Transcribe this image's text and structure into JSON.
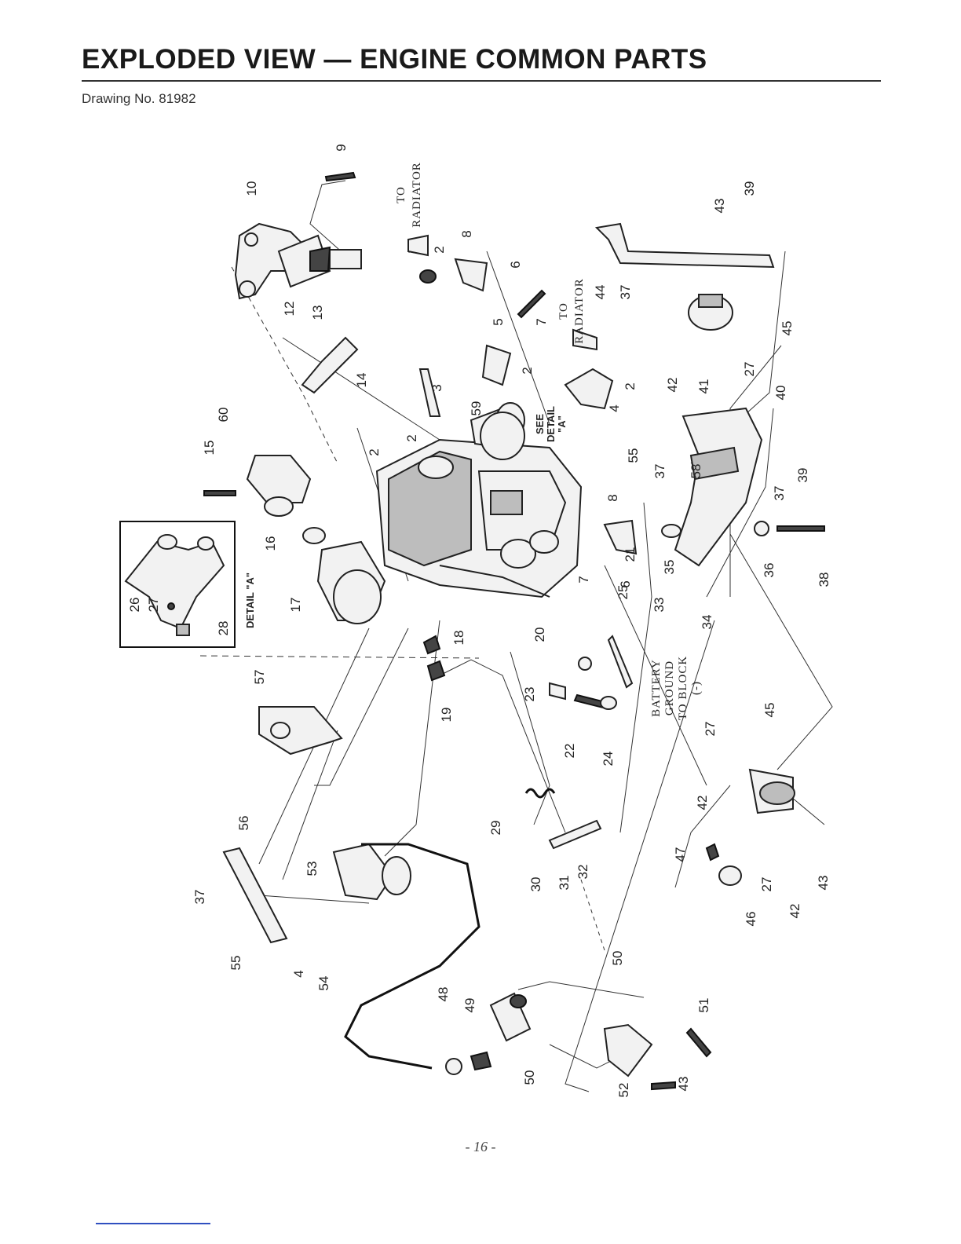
{
  "header": {
    "title": "EXPLODED VIEW — ENGINE COMMON PARTS",
    "drawing_number": "Drawing No. 81982"
  },
  "footer": {
    "page_number": "- 16 -"
  },
  "notes": {
    "to_radiator_top": [
      "TO",
      "RADIATOR"
    ],
    "to_radiator_right": [
      "TO",
      "RADIATOR"
    ],
    "see_detail": [
      "SEE",
      "DETAIL",
      "\"A\""
    ],
    "battery_ground": [
      "BATTERY",
      "GROUND",
      "TO BLOCK",
      "(-)"
    ],
    "detail_a": "DETAIL \"A\""
  },
  "callouts": [
    "9",
    "10",
    "12",
    "13",
    "2",
    "8",
    "6",
    "5",
    "7",
    "44",
    "37",
    "43",
    "39",
    "3",
    "14",
    "2",
    "4",
    "2",
    "45",
    "42",
    "41",
    "27",
    "59",
    "60",
    "15",
    "2",
    "16",
    "2",
    "17",
    "40",
    "39",
    "55",
    "37",
    "58",
    "8",
    "21",
    "6",
    "7",
    "37",
    "36",
    "38",
    "35",
    "34",
    "33",
    "25",
    "20",
    "18",
    "19",
    "23",
    "22",
    "24",
    "57",
    "26",
    "27",
    "28",
    "29",
    "30",
    "31",
    "32",
    "45",
    "27",
    "42",
    "47",
    "27",
    "46",
    "42",
    "43",
    "56",
    "53",
    "37",
    "55",
    "4",
    "54",
    "50",
    "48",
    "49",
    "50",
    "51",
    "52",
    "43"
  ]
}
